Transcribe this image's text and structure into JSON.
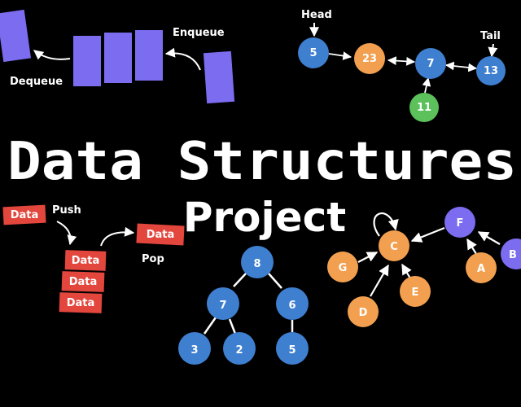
{
  "title": "Data Structures",
  "subtitle": "Project",
  "queue": {
    "enqueue_label": "Enqueue",
    "dequeue_label": "Dequeue",
    "color": "#7b6cf0"
  },
  "linked_list": {
    "head_label": "Head",
    "tail_label": "Tail",
    "nodes": [
      "5",
      "23",
      "7",
      "13",
      "11"
    ]
  },
  "stack": {
    "push_label": "Push",
    "pop_label": "Pop",
    "items": [
      "Data",
      "Data",
      "Data",
      "Data",
      "Data"
    ],
    "color": "#e2463d"
  },
  "tree": {
    "nodes": [
      "8",
      "7",
      "6",
      "3",
      "2",
      "5"
    ]
  },
  "graph": {
    "nodes": [
      "F",
      "B",
      "C",
      "G",
      "A",
      "E",
      "D"
    ]
  },
  "colors": {
    "blue": "#3f7fd0",
    "orange": "#f2a050",
    "green": "#5cc15a",
    "purple": "#7b6cf0",
    "red": "#e2463d"
  }
}
